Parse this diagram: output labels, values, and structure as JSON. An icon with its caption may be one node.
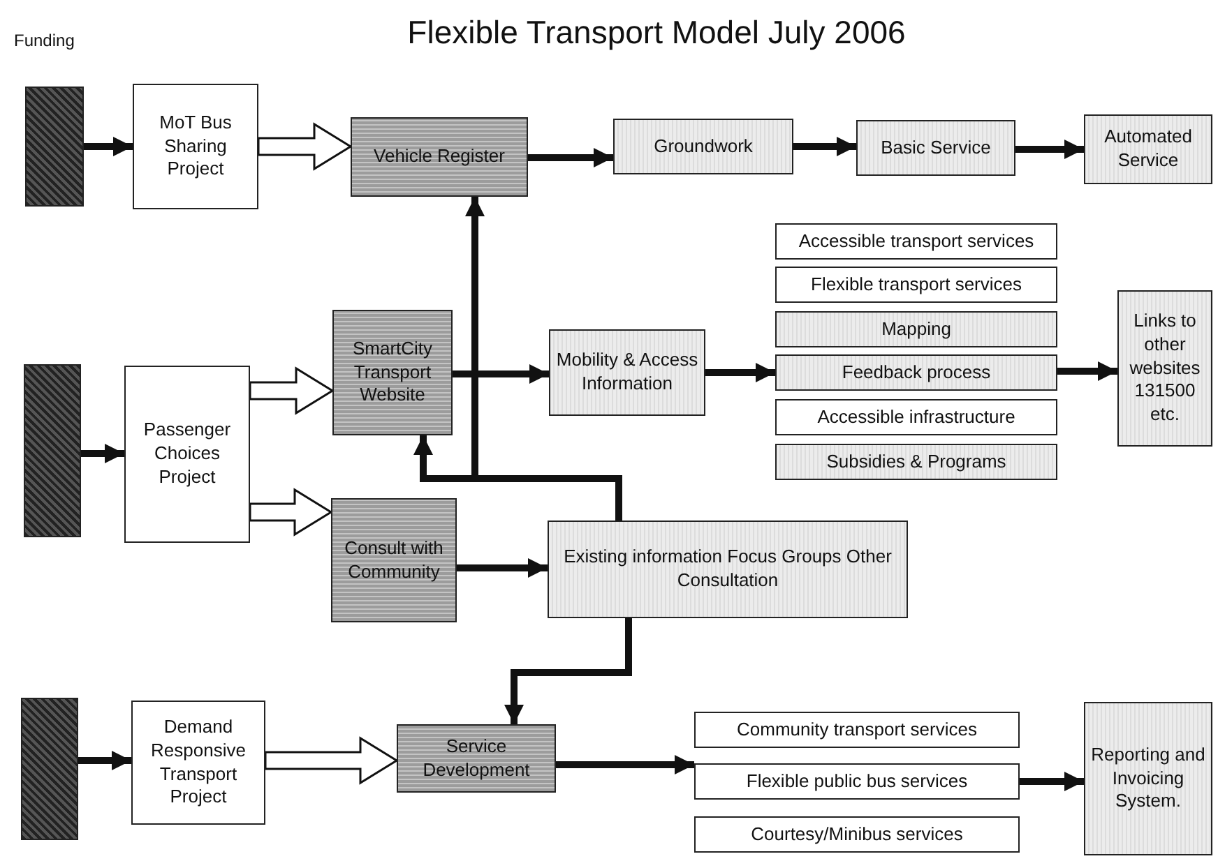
{
  "diagram": {
    "title": "Flexible Transport Model July 2006",
    "nodes": [
      {
        "text": [],
        "shape": "bar"
      },
      {
        "text": [
          "MoT Bus Sharing Project"
        ]
      },
      {
        "text": [
          "Vehicle Register"
        ]
      },
      {
        "text": [
          "Groundwork"
        ]
      },
      {
        "text": [
          "Basic Service"
        ]
      },
      {
        "text": [
          "Automated Service"
        ]
      },
      {
        "text": [],
        "shape": "bar"
      },
      {
        "text": [
          "Passenger Choices Project"
        ]
      },
      {
        "text": [
          "SmartCity Transport Website"
        ]
      },
      {
        "text": [
          "Mobility & Access Information"
        ]
      },
      {
        "text": [
          "Accessible transport services"
        ]
      },
      {
        "text": [
          "Flexible transport services"
        ]
      },
      {
        "text": [
          "Mapping"
        ]
      },
      {
        "text": [
          "Feedback process"
        ]
      },
      {
        "text": [
          "Accessible infrastructure"
        ]
      },
      {
        "text": [
          "Subsidies & Programs"
        ]
      },
      {
        "text": [
          "Links to other websites 131500 etc."
        ]
      },
      {
        "text": [
          "Consult with Community"
        ]
      },
      {
        "text": [
          "Existing information Focus Groups Other Consultation"
        ]
      },
      {
        "text": [],
        "shape": "bar"
      },
      {
        "text": [
          "Demand Responsive Transport Project"
        ]
      },
      {
        "text": [
          "Service Development"
        ]
      },
      {
        "text": [
          "Community transport services"
        ]
      },
      {
        "text": [
          "Flexible public bus services"
        ]
      },
      {
        "text": [
          "Courtesy/Minibus services"
        ]
      },
      {
        "text": [
          "Reporting and Invoicing System."
        ]
      }
    ],
    "edges": [
      {
        "from": 0,
        "to": 1,
        "arrow": "to"
      },
      {
        "from": 1,
        "to": 2,
        "arrow": "to",
        "color": "#ffffff"
      },
      {
        "from": 2,
        "to": 3,
        "arrow": "to"
      },
      {
        "from": 3,
        "to": 4,
        "arrow": "to"
      },
      {
        "from": 4,
        "to": 5,
        "arrow": "to"
      },
      {
        "from": 6,
        "to": 7,
        "arrow": "to"
      },
      {
        "from": 7,
        "to": 8,
        "arrow": "to",
        "color": "#ffffff"
      },
      {
        "from": 7,
        "to": 17,
        "arrow": "to",
        "color": "#ffffff"
      },
      {
        "from": 8,
        "to": 9,
        "arrow": "to"
      },
      {
        "from": 9,
        "to": 13,
        "arrow": "to"
      },
      {
        "from": 13,
        "to": 16,
        "arrow": "to"
      },
      {
        "from": 17,
        "to": 18,
        "arrow": "to"
      },
      {
        "from": 18,
        "to": 2,
        "arrow": "to"
      },
      {
        "from": 18,
        "to": 8,
        "arrow": "to"
      },
      {
        "from": 18,
        "to": 21,
        "arrow": "to"
      },
      {
        "from": 19,
        "to": 20,
        "arrow": "to"
      },
      {
        "from": 20,
        "to": 21,
        "arrow": "to",
        "color": "#ffffff"
      },
      {
        "from": 21,
        "to": 23,
        "arrow": "to"
      },
      {
        "from": 23,
        "to": 25,
        "arrow": "to"
      }
    ],
    "labels": [
      "Funding"
    ]
  }
}
